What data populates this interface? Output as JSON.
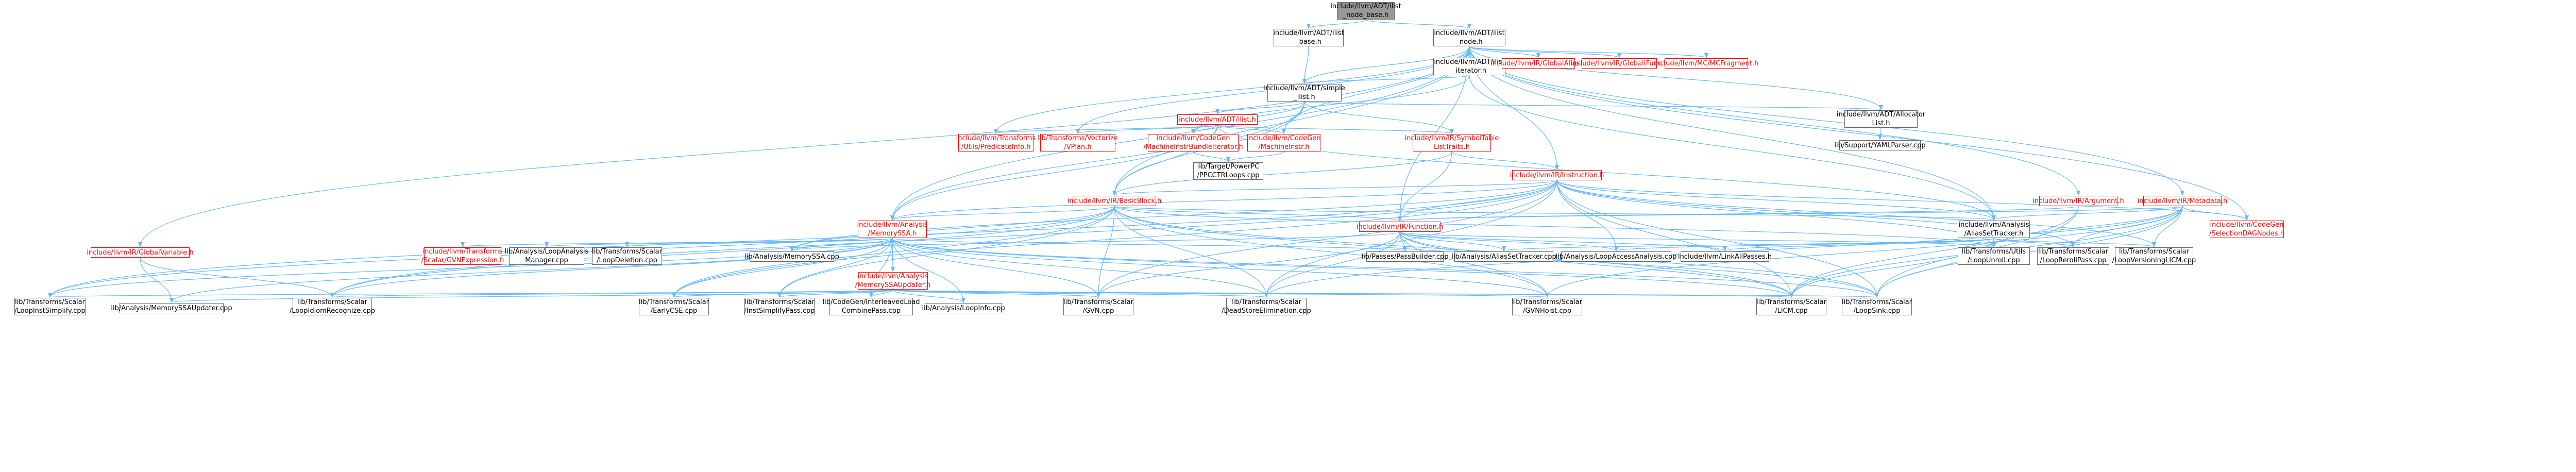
{
  "graph": {
    "kind": "include dependency graph",
    "colors": {
      "edge": "#63b8ff",
      "node_border": "#666666",
      "root_fill": "#999999",
      "truncated_node": "#ff0000"
    },
    "nodes": [
      {
        "id": "root",
        "label": "include/llvm/ADT/ilist\n_node_base.h",
        "style": "root"
      },
      {
        "id": "ilist_base",
        "label": "include/llvm/ADT/ilist\n_base.h",
        "style": "normal"
      },
      {
        "id": "ilist_node",
        "label": "include/llvm/ADT/ilist\n_node.h",
        "style": "normal"
      },
      {
        "id": "iterator",
        "label": "include/llvm/ADT/ilist\n_iterator.h",
        "style": "normal"
      },
      {
        "id": "globalalias",
        "label": "include/llvm/IR/GlobalAlias.h",
        "style": "red"
      },
      {
        "id": "globalifunc",
        "label": "include/llvm/IR/GlobalIFunc.h",
        "style": "red"
      },
      {
        "id": "mcfrag",
        "label": "include/llvm/MC/MCFragment.h",
        "style": "red"
      },
      {
        "id": "simple",
        "label": "include/llvm/ADT/simple\n_ilist.h",
        "style": "normal"
      },
      {
        "id": "alloclist",
        "label": "include/llvm/ADT/Allocator\nList.h",
        "style": "normal"
      },
      {
        "id": "ilisth",
        "label": "include/llvm/ADT/ilist.h",
        "style": "red"
      },
      {
        "id": "yaml",
        "label": "lib/Support/YAMLParser.cpp",
        "style": "normal"
      },
      {
        "id": "predinfo",
        "label": "include/llvm/Transforms\n/Utils/PredicateInfo.h",
        "style": "red"
      },
      {
        "id": "vplan",
        "label": "lib/Transforms/Vectorize\n/VPlan.h",
        "style": "red"
      },
      {
        "id": "mibundle",
        "label": "include/llvm/CodeGen\n/MachineInstrBundleIterator.h",
        "style": "red"
      },
      {
        "id": "machineinstr",
        "label": "include/llvm/CodeGen\n/MachineInstr.h",
        "style": "red"
      },
      {
        "id": "symtab",
        "label": "include/llvm/IR/SymbolTable\nListTraits.h",
        "style": "red"
      },
      {
        "id": "ppcloops",
        "label": "lib/Target/PowerPC\n/PPCCTRLoops.cpp",
        "style": "normal"
      },
      {
        "id": "instruction",
        "label": "include/llvm/IR/Instruction.h",
        "style": "red"
      },
      {
        "id": "argument",
        "label": "include/llvm/IR/Argument.h",
        "style": "red"
      },
      {
        "id": "metadata",
        "label": "include/llvm/IR/Metadata.h",
        "style": "red"
      },
      {
        "id": "basicblock",
        "label": "include/llvm/IR/BasicBlock.h",
        "style": "red"
      },
      {
        "id": "function",
        "label": "include/llvm/IR/Function.h",
        "style": "red"
      },
      {
        "id": "aliasset",
        "label": "include/llvm/Analysis\n/AliasSetTracker.h",
        "style": "normal"
      },
      {
        "id": "seldag",
        "label": "include/llvm/CodeGen\n/SelectionDAGNodes.h",
        "style": "red"
      },
      {
        "id": "memoryssa",
        "label": "include/llvm/Analysis\n/MemorySSA.h",
        "style": "red"
      },
      {
        "id": "globalvar",
        "label": "include/llvm/IR/GlobalVariable.h",
        "style": "red"
      },
      {
        "id": "gvnexpr",
        "label": "include/llvm/Transforms\n/Scalar/GVNExpression.h",
        "style": "red"
      },
      {
        "id": "loopanalysismgr",
        "label": "lib/Analysis/LoopAnalysis\nManager.cpp",
        "style": "normal"
      },
      {
        "id": "loopdeletion",
        "label": "lib/Transforms/Scalar\n/LoopDeletion.cpp",
        "style": "normal"
      },
      {
        "id": "memoryssacpp",
        "label": "lib/Analysis/MemorySSA.cpp",
        "style": "normal"
      },
      {
        "id": "passbuilder",
        "label": "lib/Passes/PassBuilder.cpp",
        "style": "normal"
      },
      {
        "id": "aliassetcpp",
        "label": "lib/Analysis/AliasSetTracker.cpp",
        "style": "normal"
      },
      {
        "id": "loopaccess",
        "label": "lib/Analysis/LoopAccessAnalysis.cpp",
        "style": "normal"
      },
      {
        "id": "linkall",
        "label": "include/llvm/LinkAllPasses.h",
        "style": "normal"
      },
      {
        "id": "loopinst",
        "label": "lib/Transforms/Utils\n/LoopUnroll.cpp",
        "style": "normal"
      },
      {
        "id": "looprerollpass",
        "label": "lib/Transforms/Scalar\n/LoopRerollPass.cpp",
        "style": "normal"
      },
      {
        "id": "loopversioning",
        "label": "lib/Transforms/Scalar\n/LoopVersioningLICM.cpp",
        "style": "normal"
      },
      {
        "id": "memssaupdater",
        "label": "include/llvm/Analysis\n/MemorySSAUpdater.h",
        "style": "red"
      },
      {
        "id": "loopinstsimplify",
        "label": "lib/Transforms/Scalar\n/LoopInstSimplify.cpp",
        "style": "normal"
      },
      {
        "id": "memssaupdatercpp",
        "label": "lib/Analysis/MemorySSAUpdater.cpp",
        "style": "normal"
      },
      {
        "id": "loopidiom",
        "label": "lib/Transforms/Scalar\n/LoopIdiomRecognize.cpp",
        "style": "normal"
      },
      {
        "id": "earlycse",
        "label": "lib/Transforms/Scalar\n/EarlyCSE.cpp",
        "style": "normal"
      },
      {
        "id": "instsimplify",
        "label": "lib/Transforms/Scalar\n/InstSimplifyPass.cpp",
        "style": "normal"
      },
      {
        "id": "interleaved",
        "label": "lib/CodeGen/InterleavedLoad\nCombinePass.cpp",
        "style": "normal"
      },
      {
        "id": "loopinfo",
        "label": "lib/Analysis/LoopInfo.cpp",
        "style": "normal"
      },
      {
        "id": "gvn",
        "label": "lib/Transforms/Scalar\n/GVN.cpp",
        "style": "normal"
      },
      {
        "id": "dse",
        "label": "lib/Transforms/Scalar\n/DeadStoreElimination.cpp",
        "style": "normal"
      },
      {
        "id": "gvnhoist",
        "label": "lib/Transforms/Scalar\n/GVNHoist.cpp",
        "style": "normal"
      },
      {
        "id": "licm",
        "label": "lib/Transforms/Scalar\n/LICM.cpp",
        "style": "normal"
      },
      {
        "id": "loopsink",
        "label": "lib/Transforms/Scalar\n/LoopSink.cpp",
        "style": "normal"
      }
    ],
    "edges": [
      [
        "root",
        "ilist_base"
      ],
      [
        "root",
        "ilist_node"
      ],
      [
        "ilist_base",
        "simple"
      ],
      [
        "ilist_node",
        "iterator"
      ],
      [
        "ilist_node",
        "simple"
      ],
      [
        "ilist_node",
        "globalalias"
      ],
      [
        "ilist_node",
        "globalifunc"
      ],
      [
        "ilist_node",
        "mcfrag"
      ],
      [
        "ilist_node",
        "alloclist"
      ],
      [
        "ilist_node",
        "predinfo"
      ],
      [
        "ilist_node",
        "vplan"
      ],
      [
        "ilist_node",
        "machineinstr"
      ],
      [
        "ilist_node",
        "instruction"
      ],
      [
        "ilist_node",
        "argument"
      ],
      [
        "ilist_node",
        "metadata"
      ],
      [
        "ilist_node",
        "basicblock"
      ],
      [
        "ilist_node",
        "function"
      ],
      [
        "ilist_node",
        "aliasset"
      ],
      [
        "ilist_node",
        "seldag"
      ],
      [
        "ilist_node",
        "memoryssa"
      ],
      [
        "ilist_node",
        "globalvar"
      ],
      [
        "iterator",
        "simple"
      ],
      [
        "iterator",
        "mibundle"
      ],
      [
        "iterator",
        "aliasset"
      ],
      [
        "simple",
        "ilisth"
      ],
      [
        "simple",
        "alloclist"
      ],
      [
        "simple",
        "mibundle"
      ],
      [
        "simple",
        "machineinstr"
      ],
      [
        "simple",
        "symtab"
      ],
      [
        "simple",
        "memoryssa"
      ],
      [
        "simple",
        "basicblock"
      ],
      [
        "alloclist",
        "yaml"
      ],
      [
        "ilisth",
        "predinfo"
      ],
      [
        "ilisth",
        "vplan"
      ],
      [
        "ilisth",
        "mibundle"
      ],
      [
        "ilisth",
        "machineinstr"
      ],
      [
        "ilisth",
        "symtab"
      ],
      [
        "ilisth",
        "basicblock"
      ],
      [
        "ilisth",
        "aliasset"
      ],
      [
        "ilisth",
        "memoryssa"
      ],
      [
        "mibundle",
        "ppcloops"
      ],
      [
        "machineinstr",
        "ppcloops"
      ],
      [
        "symtab",
        "instruction"
      ],
      [
        "symtab",
        "function"
      ],
      [
        "symtab",
        "basicblock"
      ],
      [
        "instruction",
        "basicblock"
      ],
      [
        "instruction",
        "function"
      ],
      [
        "instruction",
        "aliasset"
      ],
      [
        "instruction",
        "seldag"
      ],
      [
        "instruction",
        "loopinst"
      ],
      [
        "instruction",
        "looprerollpass"
      ],
      [
        "instruction",
        "loopversioning"
      ],
      [
        "instruction",
        "memoryssa"
      ],
      [
        "instruction",
        "loopinstsimplify"
      ],
      [
        "instruction",
        "loopidiom"
      ],
      [
        "instruction",
        "earlycse"
      ],
      [
        "instruction",
        "gvn"
      ],
      [
        "instruction",
        "dse"
      ],
      [
        "instruction",
        "licm"
      ],
      [
        "instruction",
        "loopsink"
      ],
      [
        "instruction",
        "memoryssacpp"
      ],
      [
        "instruction",
        "loopaccess"
      ],
      [
        "argument",
        "function"
      ],
      [
        "argument",
        "loopsink"
      ],
      [
        "argument",
        "licm"
      ],
      [
        "metadata",
        "function"
      ],
      [
        "metadata",
        "aliasset"
      ],
      [
        "metadata",
        "seldag"
      ],
      [
        "metadata",
        "loopversioning"
      ],
      [
        "metadata",
        "looprerollpass"
      ],
      [
        "metadata",
        "loopinst"
      ],
      [
        "metadata",
        "gvnhoist"
      ],
      [
        "metadata",
        "licm"
      ],
      [
        "metadata",
        "loopsink"
      ],
      [
        "metadata",
        "dse"
      ],
      [
        "basicblock",
        "function"
      ],
      [
        "basicblock",
        "memoryssa"
      ],
      [
        "basicblock",
        "aliasset"
      ],
      [
        "basicblock",
        "loopinstsimplify"
      ],
      [
        "basicblock",
        "loopidiom"
      ],
      [
        "basicblock",
        "memoryssacpp"
      ],
      [
        "basicblock",
        "gvn"
      ],
      [
        "basicblock",
        "dse"
      ],
      [
        "basicblock",
        "licm"
      ],
      [
        "basicblock",
        "loopinst"
      ],
      [
        "basicblock",
        "earlycse"
      ],
      [
        "basicblock",
        "instsimplify"
      ],
      [
        "basicblock",
        "loopsink"
      ],
      [
        "basicblock",
        "gvnhoist"
      ],
      [
        "function",
        "passbuilder"
      ],
      [
        "function",
        "aliassetcpp"
      ],
      [
        "function",
        "loopaccess"
      ],
      [
        "function",
        "linkall"
      ],
      [
        "function",
        "loopinst"
      ],
      [
        "function",
        "gvnhoist"
      ],
      [
        "function",
        "licm"
      ],
      [
        "function",
        "loopsink"
      ],
      [
        "function",
        "dse"
      ],
      [
        "function",
        "gvn"
      ],
      [
        "function",
        "memoryssacpp"
      ],
      [
        "aliasset",
        "aliassetcpp"
      ],
      [
        "aliasset",
        "loopaccess"
      ],
      [
        "aliasset",
        "linkall"
      ],
      [
        "aliasset",
        "loopinst"
      ],
      [
        "aliasset",
        "looprerollpass"
      ],
      [
        "aliasset",
        "loopversioning"
      ],
      [
        "aliasset",
        "licm"
      ],
      [
        "aliasset",
        "loopsink"
      ],
      [
        "memoryssa",
        "gvnexpr"
      ],
      [
        "memoryssa",
        "loopanalysismgr"
      ],
      [
        "memoryssa",
        "loopdeletion"
      ],
      [
        "memoryssa",
        "memoryssacpp"
      ],
      [
        "memoryssa",
        "passbuilder"
      ],
      [
        "memoryssa",
        "memssaupdater"
      ],
      [
        "memoryssa",
        "loopinstsimplify"
      ],
      [
        "memoryssa",
        "memssaupdatercpp"
      ],
      [
        "memoryssa",
        "loopidiom"
      ],
      [
        "memoryssa",
        "earlycse"
      ],
      [
        "memoryssa",
        "instsimplify"
      ],
      [
        "memoryssa",
        "interleaved"
      ],
      [
        "memoryssa",
        "loopinfo"
      ],
      [
        "memoryssa",
        "gvn"
      ],
      [
        "memoryssa",
        "dse"
      ],
      [
        "memoryssa",
        "gvnhoist"
      ],
      [
        "memoryssa",
        "licm"
      ],
      [
        "memoryssa",
        "loopsink"
      ],
      [
        "globalvar",
        "memssaupdatercpp"
      ],
      [
        "globalvar",
        "loopidiom"
      ],
      [
        "memssaupdater",
        "loopinstsimplify"
      ],
      [
        "memssaupdater",
        "memssaupdatercpp"
      ],
      [
        "memssaupdater",
        "loopidiom"
      ],
      [
        "memssaupdater",
        "earlycse"
      ],
      [
        "memssaupdater",
        "instsimplify"
      ],
      [
        "memssaupdater",
        "interleaved"
      ],
      [
        "memssaupdater",
        "loopinfo"
      ],
      [
        "memssaupdater",
        "gvn"
      ],
      [
        "memssaupdater",
        "dse"
      ],
      [
        "memssaupdater",
        "gvnhoist"
      ],
      [
        "memssaupdater",
        "licm"
      ],
      [
        "memssaupdater",
        "loopsink"
      ]
    ]
  }
}
